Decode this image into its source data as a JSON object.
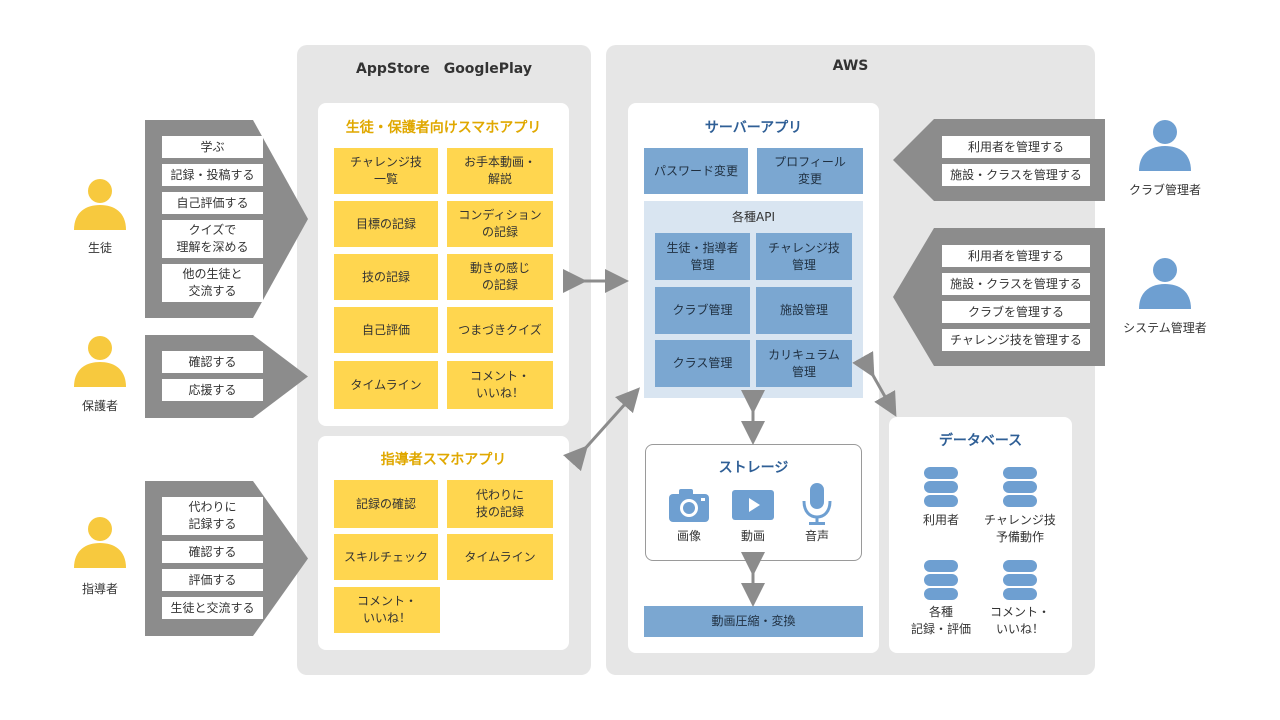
{
  "colors": {
    "yellow_box": "#ffd64f",
    "yellow_person": "#f7c93e",
    "blue_box": "#7ba7d1",
    "blue_person": "#6e9fd1",
    "gray_arrow": "#8c8c8c",
    "panel": "#e6e6e6",
    "api_area": "#d9e5f1"
  },
  "actors_left": [
    {
      "label": "生徒",
      "icon": "person-icon",
      "items": [
        "学ぶ",
        "記録・投稿する",
        "自己評価する",
        "クイズで\n理解を深める",
        "他の生徒と\n交流する"
      ]
    },
    {
      "label": "保護者",
      "icon": "person-icon",
      "items": [
        "確認する",
        "応援する"
      ]
    },
    {
      "label": "指導者",
      "icon": "person-icon",
      "items": [
        "代わりに\n記録する",
        "確認する",
        "評価する",
        "生徒と交流する"
      ]
    }
  ],
  "store": {
    "title": "AppStore　GooglePlay",
    "student_app": {
      "title": "生徒・保護者向けスマホアプリ",
      "items": [
        "チャレンジ技\n一覧",
        "お手本動画・\n解説",
        "目標の記録",
        "コンディション\nの記録",
        "技の記録",
        "動きの感じ\nの記録",
        "自己評価",
        "つまづきクイズ",
        "タイムライン",
        "コメント・\nいいね！"
      ]
    },
    "coach_app": {
      "title": "指導者スマホアプリ",
      "items": [
        "記録の確認",
        "代わりに\n技の記録",
        "スキルチェック",
        "タイムライン",
        "コメント・\nいいね！"
      ]
    }
  },
  "aws": {
    "title": "AWS",
    "server": {
      "title": "サーバーアプリ",
      "top_items": [
        "パスワード変更",
        "プロフィール\n変更"
      ],
      "api_title": "各種API",
      "api_items": [
        "生徒・指導者\n管理",
        "チャレンジ技\n管理",
        "クラブ管理",
        "施設管理",
        "クラス管理",
        "カリキュラム\n管理"
      ],
      "storage": {
        "title": "ストレージ",
        "items": [
          {
            "label": "画像",
            "icon": "camera-icon"
          },
          {
            "label": "動画",
            "icon": "video-play-icon"
          },
          {
            "label": "音声",
            "icon": "microphone-icon"
          }
        ]
      },
      "bottom": "動画圧縮・変換"
    },
    "database": {
      "title": "データベース",
      "items": [
        {
          "label": "利用者",
          "icon": "database-icon"
        },
        {
          "label": "チャレンジ技\n予備動作",
          "icon": "database-icon"
        },
        {
          "label": "各種\n記録・評価",
          "icon": "database-icon"
        },
        {
          "label": "コメント・\nいいね！",
          "icon": "database-icon"
        }
      ]
    }
  },
  "actors_right": [
    {
      "label": "クラブ管理者",
      "icon": "person-icon",
      "items": [
        "利用者を管理する",
        "施設・クラスを管理する"
      ]
    },
    {
      "label": "システム管理者",
      "icon": "person-icon",
      "items": [
        "利用者を管理する",
        "施設・クラスを管理する",
        "クラブを管理する",
        "チャレンジ技を管理する"
      ]
    }
  ]
}
